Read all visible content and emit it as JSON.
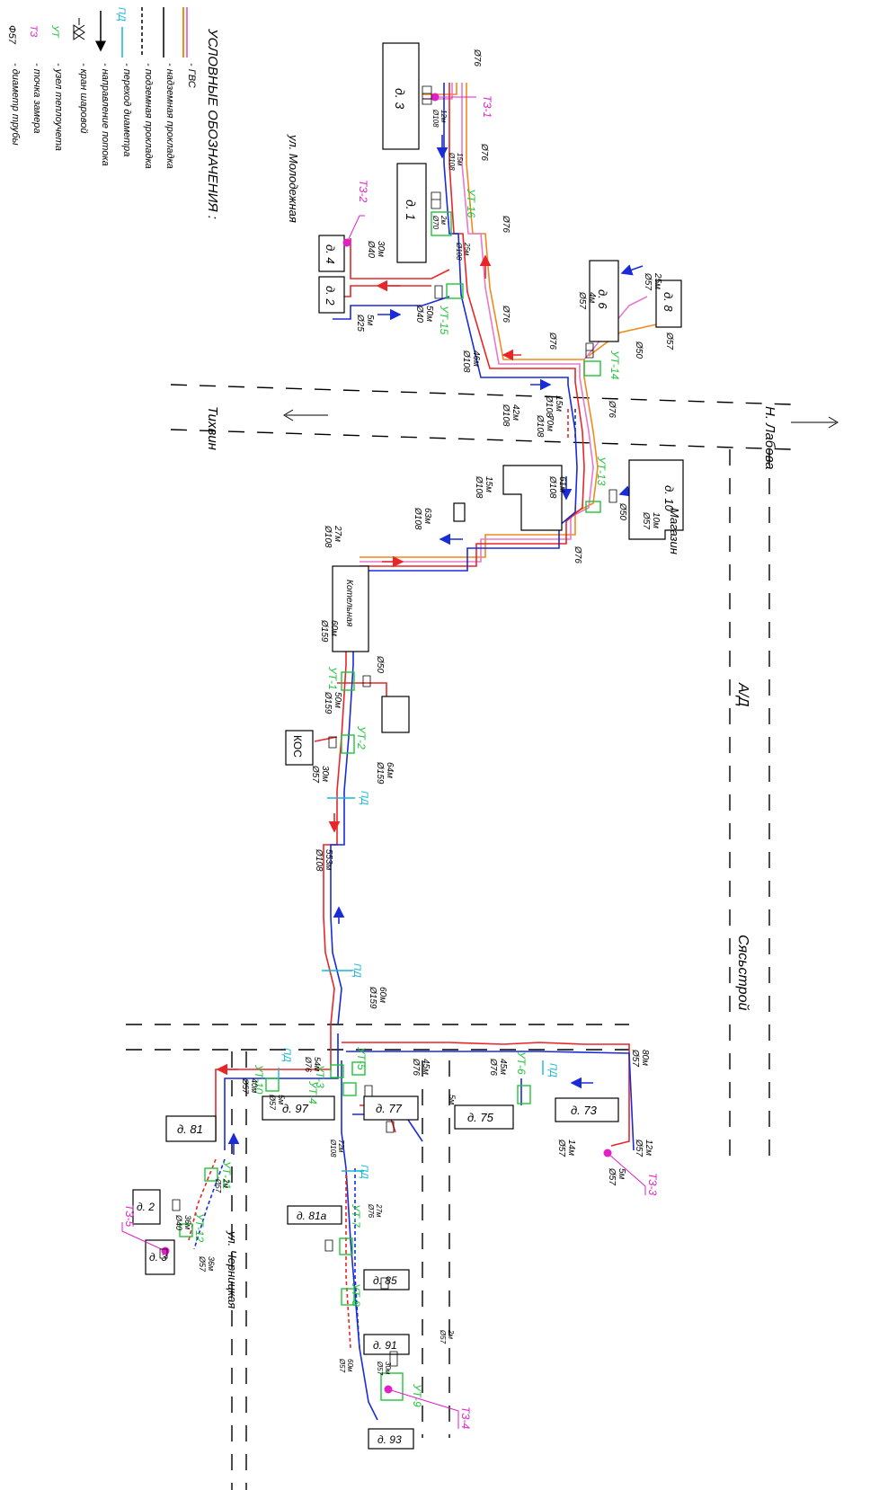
{
  "legend": {
    "title": "УСЛОВНЫЕ ОБОЗНАЧЕНИЯ :",
    "items": [
      {
        "sym": "",
        "text": "- ГВС"
      },
      {
        "sym": "",
        "text": "- надземная прокладка"
      },
      {
        "sym": "",
        "text": "- подземная прокладка"
      },
      {
        "sym": "ПД",
        "text": "- переход диаметра"
      },
      {
        "sym": "",
        "text": "- направление потока"
      },
      {
        "sym": "",
        "text": "- кран шаровой"
      },
      {
        "sym": "УТ",
        "text": "- узел теплоучета"
      },
      {
        "sym": "ТЗ",
        "text": "- точка замера"
      },
      {
        "sym": "Ф57",
        "text": "- диаметр трубы"
      }
    ]
  },
  "colors": {
    "supply": "#e8262a",
    "return": "#1a2bd8",
    "gvs_orange": "#f08a1c",
    "gvs_pink": "#e879c8",
    "node_green": "#22c33a",
    "transition_cyan": "#19b6d6",
    "measure_magenta": "#e021c8",
    "black": "#000000"
  },
  "streets": {
    "molodezhnaya": "ул. Молодежная",
    "labova": "Н. Лабова",
    "tikhvin": "Тихвин",
    "ad": "А/Д",
    "syasstroy": "Сясьстрой",
    "chernetskaya": "ул. Черницкая"
  },
  "buildings": {
    "d3": "д. 3",
    "d1": "д. 1",
    "d4": "д. 4",
    "d2": "д. 2",
    "d6": "д. 6",
    "d8": "д. 8",
    "d10": "д. 10",
    "magazin": "Магазин",
    "kotelnaya": "Котельная",
    "kos": "КОС",
    "d97": "д. 97",
    "d77": "д. 77",
    "d75": "д. 75",
    "d73": "д. 73",
    "d81": "д. 81",
    "d81a": "д. 81а",
    "d85": "д. 85",
    "d91": "д. 91",
    "d93": "д. 93",
    "d2b": "д. 2",
    "d3b": "д. 3"
  },
  "nodes": {
    "ut1": "УТ-1",
    "ut2": "УТ-2",
    "ut3": "УТ-3",
    "ut4": "УТ-4",
    "ut5": "УТ-5",
    "ut6": "УТ-6",
    "ut7": "УТ-7",
    "ut8": "УТ-8",
    "ut9": "УТ-9",
    "ut10": "УТ-10",
    "ut11": "УТ-11",
    "ut12": "УТ-12",
    "ut13": "УТ-13",
    "ut14": "УТ-14",
    "ut15": "УТ-15",
    "ut16": "УТ-16"
  },
  "measure_points": {
    "tz1": "ТЗ-1",
    "tz2": "ТЗ-2",
    "tz3": "ТЗ-3",
    "tz4": "ТЗ-4",
    "tz5": "ТЗ-5"
  },
  "transitions": {
    "pd": "ПД"
  },
  "pipes": {
    "p1": {
      "d": "Ø76",
      "l": ""
    },
    "p2": {
      "d": "Ø76",
      "l": ""
    },
    "p3": {
      "d": "Ø76",
      "l": ""
    },
    "p4": {
      "d": "Ø76",
      "l": ""
    },
    "p5": {
      "d": "Ø76",
      "l": ""
    },
    "p6": {
      "d": "Ø76",
      "l": ""
    },
    "p7": {
      "d": "Ø76",
      "l": ""
    },
    "p8": {
      "d": "Ø57",
      "l": "4м"
    },
    "p9": {
      "d": "Ø57",
      "l": "25м"
    },
    "p10": {
      "d": "Ø57",
      "l": ""
    },
    "p11": {
      "d": "Ø50",
      "l": ""
    },
    "p12": {
      "d": "Ø108",
      "l": "12м"
    },
    "p13": {
      "d": "Ø108",
      "l": "15м"
    },
    "p14": {
      "d": "Ø70",
      "l": "2м"
    },
    "p15": {
      "d": "Ø108",
      "l": "25м"
    },
    "p16": {
      "d": "Ø40",
      "l": "30м"
    },
    "p17": {
      "d": "Ø40",
      "l": "50м"
    },
    "p18": {
      "d": "Ø25",
      "l": "5м"
    },
    "p19": {
      "d": "Ø108",
      "l": "46м"
    },
    "p20": {
      "d": "Ø108",
      "l": "42м"
    },
    "p21": {
      "d": "Ø108",
      "l": "15м"
    },
    "p22": {
      "d": "Ø108",
      "l": "70м"
    },
    "p23": {
      "d": "Ø108",
      "l": "61м"
    },
    "p24": {
      "d": "Ø108",
      "l": "15м"
    },
    "p25": {
      "d": "Ø108",
      "l": "63м"
    },
    "p26": {
      "d": "Ø108",
      "l": "27м"
    },
    "p27": {
      "d": "Ø57",
      "l": "10м"
    },
    "p28": {
      "d": "Ø50",
      "l": ""
    },
    "p29": {
      "d": "Ø159",
      "l": "60м"
    },
    "p30": {
      "d": "Ø50",
      "l": ""
    },
    "p31": {
      "d": "Ø159",
      "l": "50м"
    },
    "p32": {
      "d": "Ø159",
      "l": "64м"
    },
    "p33": {
      "d": "Ø57",
      "l": "30м"
    },
    "p34": {
      "d": "Ø108",
      "l": "553м"
    },
    "p35": {
      "d": "Ø159",
      "l": "60м"
    },
    "p36": {
      "d": "Ø76",
      "l": "54м"
    },
    "p37": {
      "d": "Ø76",
      "l": "45м"
    },
    "p38": {
      "d": "Ø76",
      "l": "45м"
    },
    "p39": {
      "d": "Ø57",
      "l": "80м"
    },
    "p40": {
      "d": "Ø57",
      "l": "5м"
    },
    "p41": {
      "d": "Ø57",
      "l": "40м"
    },
    "p42": {
      "d": "Ø57",
      "l": "12м"
    },
    "p43": {
      "d": "Ø57",
      "l": "14м"
    },
    "p44": {
      "d": "Ø57",
      "l": "5м"
    },
    "p45": {
      "d": "Ø108",
      "l": "72м"
    },
    "p46": {
      "d": "Ø76",
      "l": "27м"
    },
    "p47": {
      "d": "Ø40",
      "l": "36м"
    },
    "p48": {
      "d": "Ø57",
      "l": "36м"
    },
    "p49": {
      "d": "Ø57",
      "l": "30м"
    },
    "p50": {
      "d": "Ø57",
      "l": "60м"
    },
    "p51": {
      "d": "Ø57",
      "l": "2м"
    },
    "p52": {
      "d": "",
      "l": "5м"
    },
    "p53": {
      "d": "Ø57",
      "l": "2м"
    }
  }
}
